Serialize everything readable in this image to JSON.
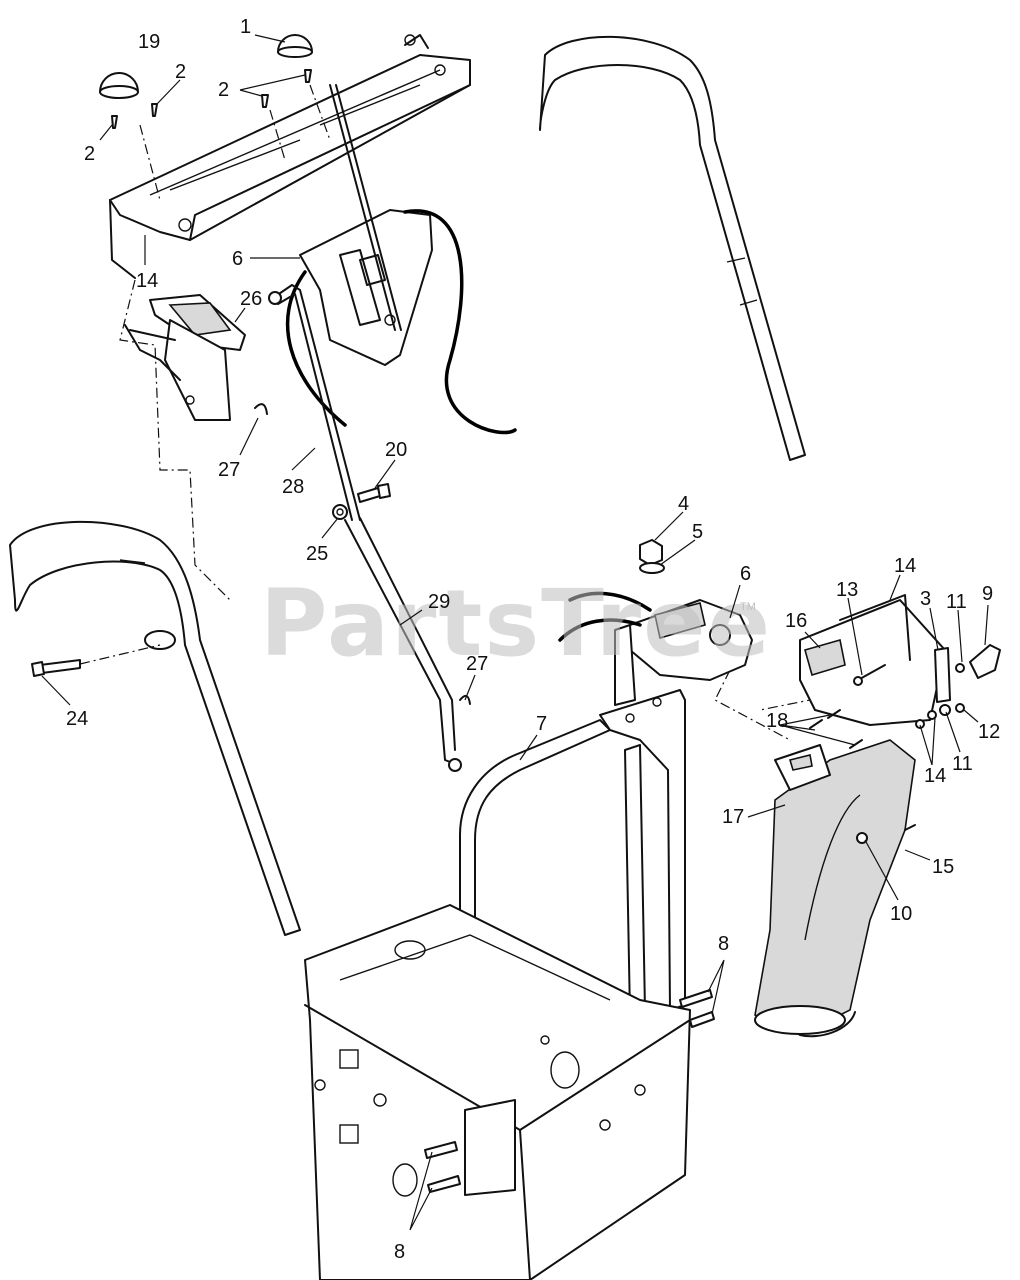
{
  "watermark": {
    "text": "PartsTree",
    "trademark": "TM"
  },
  "callouts": [
    {
      "id": "c1",
      "text": "1"
    },
    {
      "id": "c19",
      "text": "19"
    },
    {
      "id": "c2a",
      "text": "2"
    },
    {
      "id": "c2b",
      "text": "2"
    },
    {
      "id": "c2c",
      "text": "2"
    },
    {
      "id": "c14a",
      "text": "14"
    },
    {
      "id": "c6a",
      "text": "6"
    },
    {
      "id": "c26",
      "text": "26"
    },
    {
      "id": "c27a",
      "text": "27"
    },
    {
      "id": "c28",
      "text": "28"
    },
    {
      "id": "c20",
      "text": "20"
    },
    {
      "id": "c25",
      "text": "25"
    },
    {
      "id": "c29",
      "text": "29"
    },
    {
      "id": "c27b",
      "text": "27"
    },
    {
      "id": "c24",
      "text": "24"
    },
    {
      "id": "c4",
      "text": "4"
    },
    {
      "id": "c5",
      "text": "5"
    },
    {
      "id": "c6b",
      "text": "6"
    },
    {
      "id": "c14b",
      "text": "14"
    },
    {
      "id": "c13",
      "text": "13"
    },
    {
      "id": "c16",
      "text": "16"
    },
    {
      "id": "c3",
      "text": "3"
    },
    {
      "id": "c11a",
      "text": "11"
    },
    {
      "id": "c9",
      "text": "9"
    },
    {
      "id": "c12",
      "text": "12"
    },
    {
      "id": "c11b",
      "text": "11"
    },
    {
      "id": "c18",
      "text": "18"
    },
    {
      "id": "c14c",
      "text": "14"
    },
    {
      "id": "c17",
      "text": "17"
    },
    {
      "id": "c15",
      "text": "15"
    },
    {
      "id": "c10",
      "text": "10"
    },
    {
      "id": "c7",
      "text": "7"
    },
    {
      "id": "c8a",
      "text": "8"
    },
    {
      "id": "c8b",
      "text": "8"
    }
  ]
}
